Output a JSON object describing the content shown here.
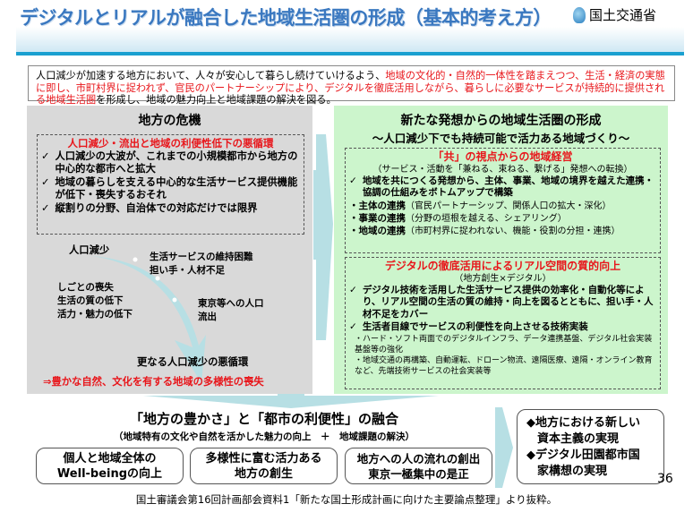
{
  "header": {
    "title": "デジタルとリアルが融合した地域生活圏の形成（基本的考え方）",
    "ministry": "国土交通省"
  },
  "intro": {
    "part1": "人口減少が加速する地方において、人々が安心して暮らし続けていけるよう、",
    "part2": "地域の文化的・自然的一体性を踏まえつつ、生活・経済の実態に即し、市町村界に捉われず、官民のパートナーシップにより、デジタルを徹底活用しながら、暮らしに必要なサービスが持続的に提供される地域生活圏",
    "part3": "を形成し、地域の魅力向上と地域課題の解決を図る。"
  },
  "crisis": {
    "title": "地方の危機",
    "subtitle": "人口減少・流出と地域の利便性低下の悪循環",
    "items": [
      "人口減少の大波が、これまでの小規模都市から地方の中心的な都市へと拡大",
      "地域の暮らしを支える中心的な生活サービス提供機能が低下・喪失するおそれ",
      "縦割りの分野、自治体での対応だけでは限界"
    ],
    "cycle": {
      "start": "人口減少",
      "a1": "生活サービスの維持困難",
      "a2": "担い手・人材不足",
      "b1": "しごとの喪失",
      "b2": "生活の質の低下",
      "b3": "活力・魅力の低下",
      "c1": "東京等への人口",
      "c2": "流出",
      "end": "更なる人口減少の悪循環"
    },
    "conclusion": "⇒豊かな自然、文化を有する地域の多様性の喪失"
  },
  "vision": {
    "title": "新たな発想からの地域生活圏の形成",
    "subtitle": "～人口減少下でも持続可能で活力ある地域づくり～",
    "sec1": {
      "title": "「共」の視点からの地域経営",
      "note": "（サービス・活動を「兼ねる、束ねる、繋げる」発想への転換）",
      "item": "地域を共につくる発想から、主体、事業、地域の境界を越えた連携・協調の仕組みをボトムアップで構築",
      "subs": [
        {
          "b": "・主体の連携",
          "n": "（官民パートナーシップ、関係人口の拡大・深化）"
        },
        {
          "b": "・事業の連携",
          "n": "（分野の垣根を越える、シェアリング）"
        },
        {
          "b": "・地域の連携",
          "n": "（市町村界に捉われない、機能・役割の分担・連携）"
        }
      ]
    },
    "sec2": {
      "title": "デジタルの徹底活用によるリアル空間の質的向上",
      "note": "（地方創生×デジタル）",
      "items": [
        "デジタル技術を活用した生活サービス提供の効率化・自動化等により、リアル空間の生活の質の維持・向上を図るとともに、担い手・人材不足をカバー",
        "生活者目線でサービスの利便性を向上させる技術実装"
      ],
      "subs": [
        "・ハード・ソフト両面でのデジタルインフラ、データ連携基盤、デジタル社会実装基盤等の強化",
        "・地域交通の再構築、自動運転、ドローン物流、遠隔医療、遠隔・オンライン教育など、先端技術サービスの社会実装等"
      ]
    }
  },
  "fusion": {
    "title": "「地方の豊かさ」と「都市の利便性」の融合",
    "subtitle": "（地域特有の文化や自然を活かした魅力の向上　＋　地域課題の解決）",
    "boxes": [
      [
        "個人と地域全体の",
        "Well-beingの向上"
      ],
      [
        "多様性に富む活力ある",
        "地方の創生"
      ],
      [
        "地方への人の流れの創出",
        "東京一極集中の是正"
      ]
    ]
  },
  "outcome": {
    "l1": "◆地方における新しい",
    "l2": "資本主義の実現",
    "l3": "◆デジタル田園都市国",
    "l4": "家構想の実現"
  },
  "page_number": "36",
  "footer": "国土審議会第16回計画部会資料1「新たな国土形成計画に向けた主要論点整理」より抜粋。",
  "check": "✓"
}
